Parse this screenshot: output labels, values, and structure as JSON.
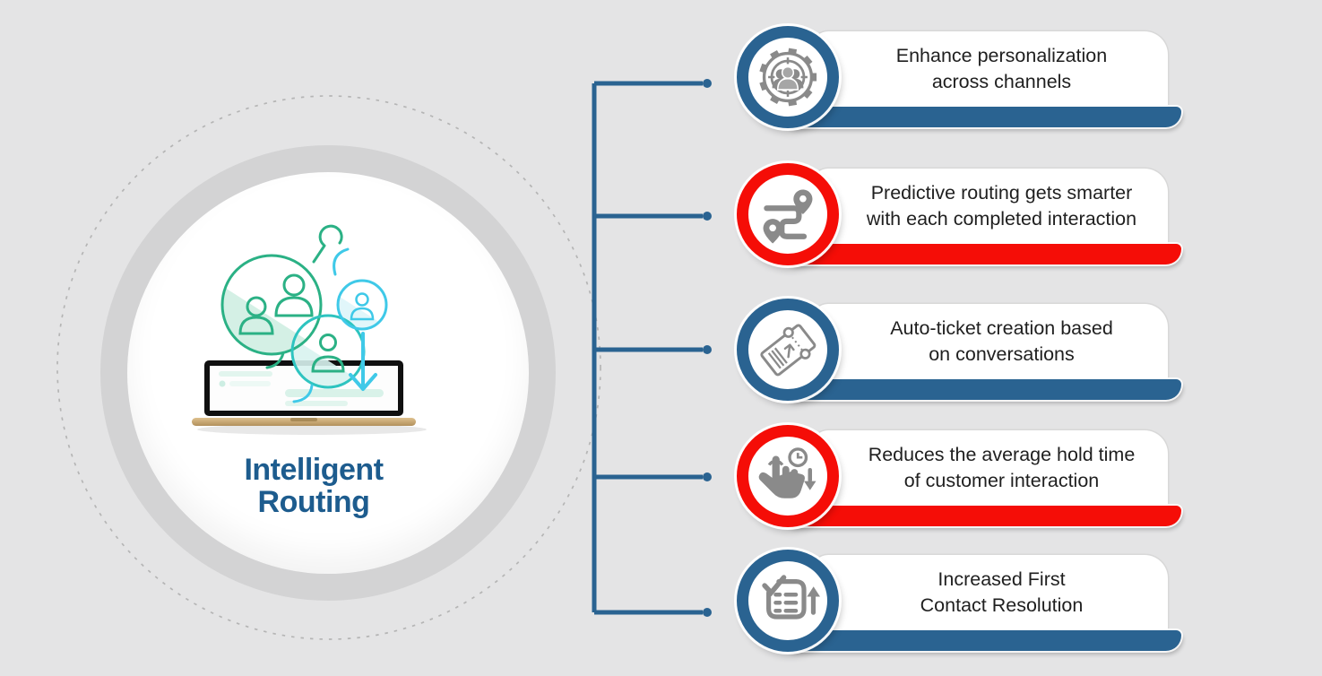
{
  "theme": {
    "bg": "#e4e4e5",
    "blue": "#2a6391",
    "red": "#f50d07",
    "title_blue": "#1d5c8e",
    "icon_gray": "#8a8a8a",
    "ring_gray": "#d3d3d4",
    "dash_gray": "#b5b5b5",
    "text_dark": "#1f1f1f",
    "illustration_green": "#2bb185",
    "illustration_teal": "#3fc9e8"
  },
  "hub": {
    "title": "Intelligent Routing",
    "illustration": "laptop-with-customer-routing-circles"
  },
  "items": [
    {
      "accent": "blue",
      "icon": "target-audience-gear-icon",
      "line1": "Enhance personalization",
      "line2": "across channels"
    },
    {
      "accent": "red",
      "icon": "route-map-pins-icon",
      "line1": "Predictive routing gets smarter",
      "line2": "with each completed interaction"
    },
    {
      "accent": "blue",
      "icon": "auto-ticket-icon",
      "line1": "Auto-ticket creation based",
      "line2": "on conversations"
    },
    {
      "accent": "red",
      "icon": "tap-hold-time-icon",
      "line1": "Reduces the average hold time",
      "line2": "of customer interaction"
    },
    {
      "accent": "blue",
      "icon": "checklist-resolution-icon",
      "line1": "Increased First",
      "line2": "Contact Resolution"
    }
  ]
}
